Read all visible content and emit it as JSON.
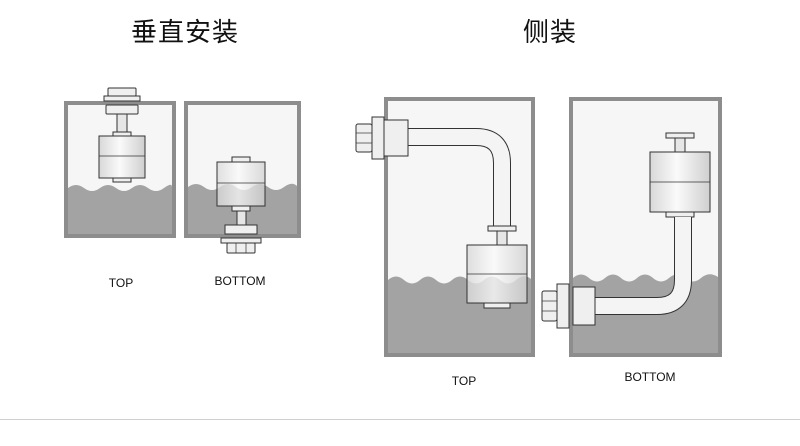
{
  "headings": {
    "vertical": "垂直安装",
    "side": "侧装"
  },
  "captions": {
    "vertical_top": "TOP",
    "vertical_bottom": "BOTTOM",
    "side_top": "TOP",
    "side_bottom": "BOTTOM"
  },
  "colors": {
    "water": "#a3a3a3",
    "tank_frame": "#8d8d8d",
    "tank_inner": "#f6f6f6",
    "metal": "#efefef",
    "outline": "#333333"
  }
}
